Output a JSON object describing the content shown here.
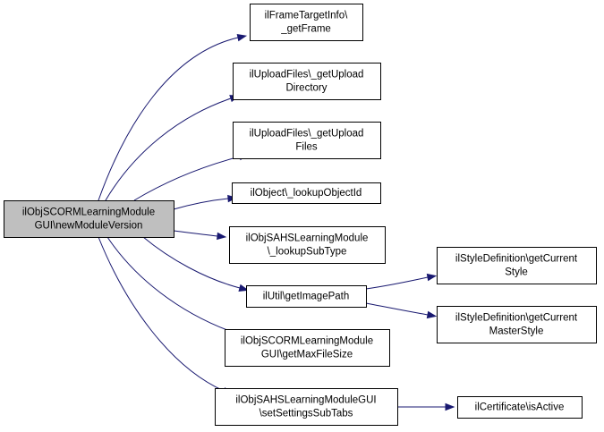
{
  "diagram": {
    "edge_color": "#191970",
    "root_fill": "#bfbfbf",
    "nodes": [
      {
        "id": "root",
        "lines": [
          "ilObjSCORMLearningModule",
          "GUI\\newModuleVersion"
        ]
      },
      {
        "id": "n1",
        "lines": [
          "ilFrameTargetInfo\\",
          "_getFrame"
        ]
      },
      {
        "id": "n2",
        "lines": [
          "ilUploadFiles\\_getUpload",
          "Directory"
        ]
      },
      {
        "id": "n3",
        "lines": [
          "ilUploadFiles\\_getUpload",
          "Files"
        ]
      },
      {
        "id": "n4",
        "lines": [
          "ilObject\\_lookupObjectId"
        ]
      },
      {
        "id": "n5",
        "lines": [
          "ilObjSAHSLearningModule",
          "\\_lookupSubType"
        ]
      },
      {
        "id": "n6",
        "lines": [
          "ilUtil\\getImagePath"
        ]
      },
      {
        "id": "n7",
        "lines": [
          "ilObjSCORMLearningModule",
          "GUI\\getMaxFileSize"
        ]
      },
      {
        "id": "n8",
        "lines": [
          "ilObjSAHSLearningModuleGUI",
          "\\setSettingsSubTabs"
        ]
      },
      {
        "id": "n9",
        "lines": [
          "ilStyleDefinition\\getCurrent",
          "Style"
        ]
      },
      {
        "id": "n10",
        "lines": [
          "ilStyleDefinition\\getCurrent",
          "MasterStyle"
        ]
      },
      {
        "id": "n11",
        "lines": [
          "ilCertificate\\isActive"
        ]
      }
    ],
    "edges": [
      {
        "from": "root",
        "to": "n1"
      },
      {
        "from": "root",
        "to": "n2"
      },
      {
        "from": "root",
        "to": "n3"
      },
      {
        "from": "root",
        "to": "n4"
      },
      {
        "from": "root",
        "to": "n5"
      },
      {
        "from": "root",
        "to": "n6"
      },
      {
        "from": "root",
        "to": "n7"
      },
      {
        "from": "root",
        "to": "n8"
      },
      {
        "from": "n6",
        "to": "n9"
      },
      {
        "from": "n6",
        "to": "n10"
      },
      {
        "from": "n8",
        "to": "n11"
      }
    ]
  }
}
